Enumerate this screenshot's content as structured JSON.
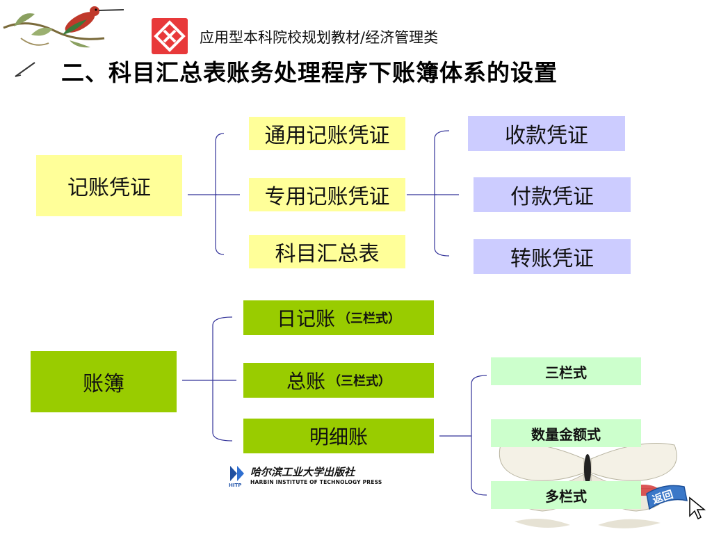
{
  "header": {
    "series_text": "应用型本科院校规划教材/经济管理类"
  },
  "title": "二、科目汇总表账务处理程序下账簿体系的设置",
  "vouchers": {
    "root": "记账凭证",
    "types": [
      "通用记账凭证",
      "专用记账凭证",
      "科目汇总表"
    ],
    "special_types": [
      "收款凭证",
      "付款凭证",
      "转账凭证"
    ]
  },
  "books": {
    "root": "账簿",
    "journal": {
      "label": "日记账",
      "note": "（三栏式）"
    },
    "ledger": {
      "label": "总账",
      "note": "（三栏式）"
    },
    "detail": {
      "label": "明细账"
    },
    "detail_formats": [
      "三栏式",
      "数量金额式",
      "多栏式"
    ]
  },
  "publisher": {
    "name_cn": "哈尔滨工业大学出版社",
    "name_en": "HARBIN INSTITUTE OF TECHNOLOGY PRESS",
    "abbr": "HITP"
  },
  "nav": {
    "back_label": "返回"
  },
  "colors": {
    "voucher_box": "#ffff99",
    "special_box": "#ccccff",
    "book_box": "#99cc00",
    "format_box": "#ccffcc",
    "connector": "#333399",
    "logo_red": "#e8393a"
  }
}
